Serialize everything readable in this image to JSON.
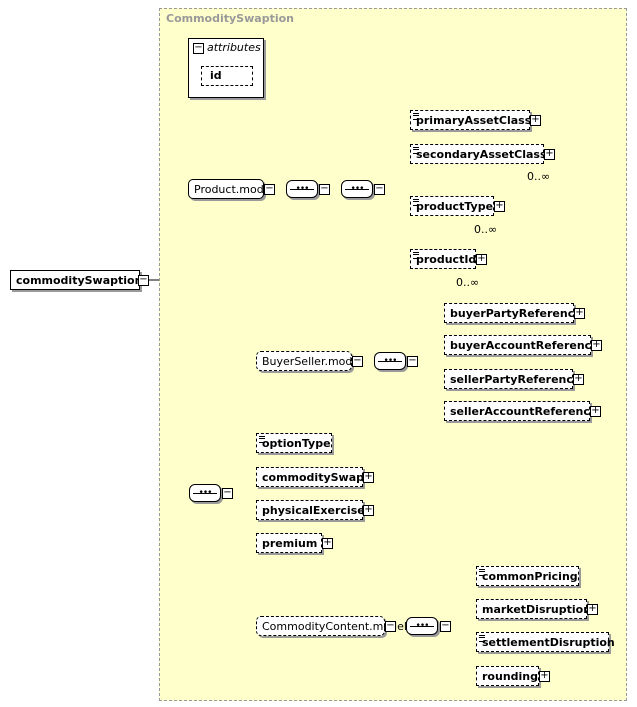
{
  "diagram": {
    "type_name": "CommoditySwaption",
    "root": "commoditySwaption",
    "attributes_label": "attributes",
    "attribute_id": "id",
    "product_model": "Product.model",
    "product_children": [
      "primaryAssetClass",
      "secondaryAssetClass",
      "productType",
      "productId"
    ],
    "occurrence_unbounded": "0..∞",
    "buyer_seller_model": "BuyerSeller.model",
    "buyer_seller_children": [
      "buyerPartyReference",
      "buyerAccountReference",
      "sellerPartyReference",
      "sellerAccountReference"
    ],
    "option_type": "optionType",
    "commodity_swap": "commoditySwap",
    "physical_exercise": "physicalExercise",
    "premium": "premium",
    "commodity_content_model": "CommodityContent.model",
    "commodity_content_children": [
      "commonPricing",
      "marketDisruption",
      "settlementDisruption",
      "rounding"
    ],
    "expand_icon": "plus-box-icon",
    "collapse_icon": "minus-box-icon",
    "sequence_icon": "sequence-compositor-icon",
    "documentation_icon": "documentation-lines-icon"
  }
}
